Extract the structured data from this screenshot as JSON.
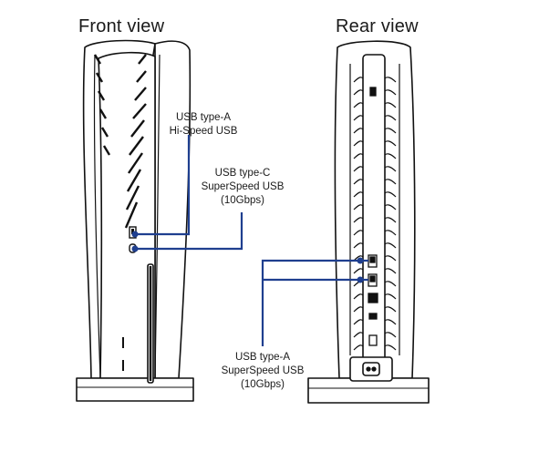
{
  "views": {
    "front_title": "Front view",
    "rear_title": "Rear view"
  },
  "callouts": {
    "front_usb_a": {
      "line1": "USB type-A",
      "line2": "Hi-Speed USB"
    },
    "front_usb_c": {
      "line1": "USB type-C",
      "line2": "SuperSpeed USB",
      "line3": "(10Gbps)"
    },
    "rear_usb_a": {
      "line1": "USB type-A",
      "line2": "SuperSpeed USB",
      "line3": "(10Gbps)"
    }
  },
  "colors": {
    "leader_line": "#1f3f8f",
    "outline": "#111111",
    "background": "#ffffff"
  }
}
